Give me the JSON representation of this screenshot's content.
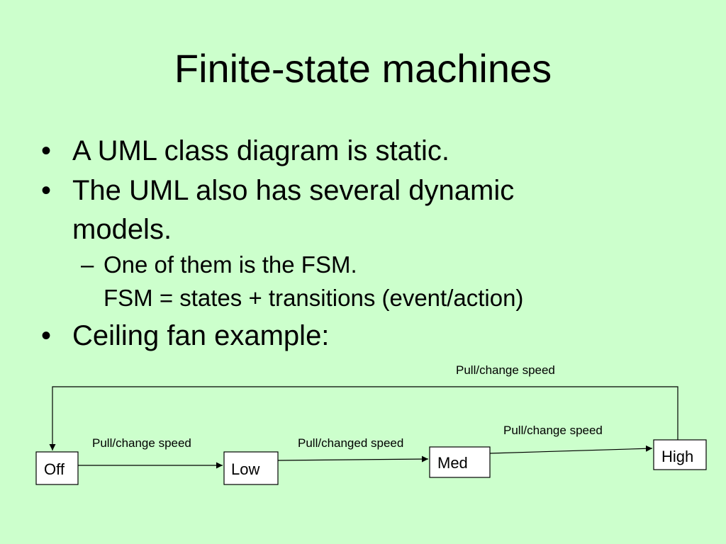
{
  "slide": {
    "title": "Finite-state machines",
    "bullets": [
      "A UML class diagram is static.",
      "The UML also has several dynamic",
      "models.",
      "Ceiling fan example:"
    ],
    "bullet_marker": "•",
    "sub_marker": "–",
    "sub_lines": [
      "One of them is the FSM.",
      "FSM = states + transitions (event/action)"
    ],
    "background_color": "#ccffcc"
  },
  "diagram": {
    "states": [
      "Off",
      "Low",
      "Med",
      "High"
    ],
    "transitions": [
      {
        "from": "Off",
        "to": "Low",
        "label": "Pull/change speed"
      },
      {
        "from": "Low",
        "to": "Med",
        "label": "Pull/changed speed"
      },
      {
        "from": "Med",
        "to": "High",
        "label": "Pull/change speed"
      },
      {
        "from": "High",
        "to": "Off",
        "label": "Pull/change speed"
      }
    ]
  }
}
